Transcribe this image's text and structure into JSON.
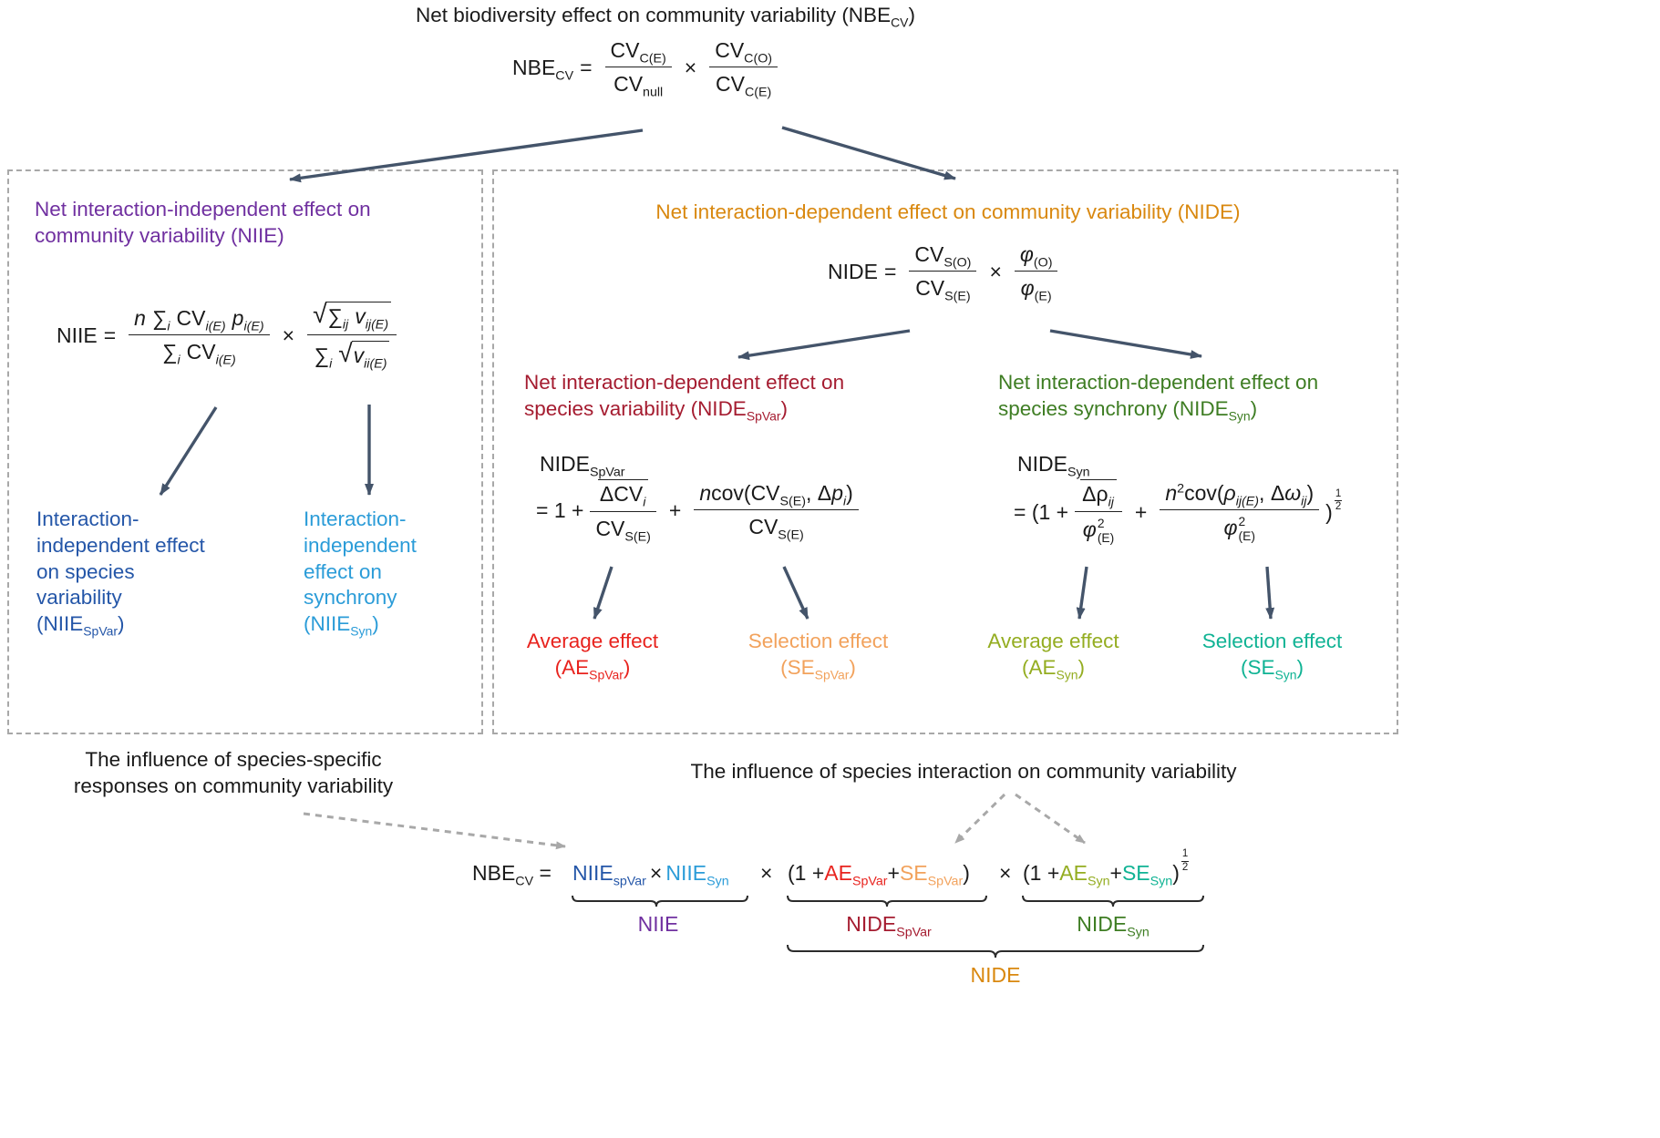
{
  "colors": {
    "arrow": "#44546a",
    "dashed_arrow": "#a8a8a8",
    "box_border": "#a8a8a8",
    "purple": "#7030a0",
    "dark_blue": "#2456a8",
    "light_blue": "#2b9cd8",
    "orange": "#d9880f",
    "dark_red": "#a51c30",
    "red": "#e8231e",
    "light_orange": "#f2a25c",
    "green": "#3e7d23",
    "olive": "#94ad21",
    "teal": "#10b394"
  },
  "top": {
    "title_pre": "Net biodiversity effect on community variability (NBE",
    "title_sub": "CV",
    "title_post": ")",
    "eq": {
      "lhs": "NBE",
      "lhs_sub": "CV",
      "equals": "=",
      "f1_num": "CV",
      "f1_num_sub": "C(E)",
      "f1_den": "CV",
      "f1_den_sub": "null",
      "times": "×",
      "f2_num": "CV",
      "f2_num_sub": "C(O)",
      "f2_den": "CV",
      "f2_den_sub": "C(E)"
    }
  },
  "niie": {
    "title_line1": "Net interaction-independent effect on",
    "title_line2": "community variability (NIIE)",
    "eq": {
      "lhs": "NIIE",
      "equals": "=",
      "n": "n",
      "sum1": "∑",
      "sum1_sub": "i",
      "cv1": "CV",
      "cv1_sub": "i(E)",
      "p": "p",
      "p_sub": "i(E)",
      "sum2": "∑",
      "sum2_sub": "i",
      "cv2": "CV",
      "cv2_sub": "i(E)",
      "times": "×",
      "rad1": "√",
      "sum3": "∑",
      "sum3_sub": "ij",
      "v1": "v",
      "v1_sub": "ij(E)",
      "sum4": "∑",
      "sum4_sub": "i",
      "rad2": "√",
      "v2": "v",
      "v2_sub": "ii(E)"
    },
    "spvar_label": {
      "line1": "Interaction-",
      "line2": "independent effect",
      "line3": "on species",
      "line4": "variability",
      "line5_pre": "(NIIE",
      "line5_sub": "SpVar",
      "line5_post": ")"
    },
    "syn_label": {
      "line1": "Interaction-",
      "line2": "independent",
      "line3": "effect on",
      "line4": "synchrony",
      "line5_pre": "(NIIE",
      "line5_sub": "Syn",
      "line5_post": ")"
    }
  },
  "nide": {
    "title": "Net interaction-dependent effect on community variability (NIDE)",
    "eq": {
      "lhs": "NIDE",
      "equals": "=",
      "f1_num": "CV",
      "f1_num_sub": "S(O)",
      "f1_den": "CV",
      "f1_den_sub": "S(E)",
      "times": "×",
      "f2_num": "φ",
      "f2_num_sub": "(O)",
      "f2_den": "φ",
      "f2_den_sub": "(E)"
    }
  },
  "nide_spvar": {
    "title_line1": "Net interaction-dependent effect on",
    "title_line2_pre": "species variability (NIDE",
    "title_line2_sub": "SpVar",
    "title_line2_post": ")",
    "eq": {
      "lhs": "NIDE",
      "lhs_sub": "SpVar",
      "pre": "= 1 +",
      "f1_num": "ΔCV",
      "f1_num_sub": "i",
      "f1_den": "CV",
      "f1_den_sub": "S(E)",
      "plus": "+",
      "f2_n": "n",
      "f2_cov": "cov(CV",
      "f2_cov_sub": "S(E)",
      "f2_comma": ", Δ",
      "f2_p": "p",
      "f2_p_sub": "i",
      "f2_close": ")",
      "f2_den": "CV",
      "f2_den_sub": "S(E)"
    },
    "avg_line1": "Average effect",
    "avg_pre": "(AE",
    "avg_sub": "SpVar",
    "avg_post": ")",
    "sel_line1": "Selection effect",
    "sel_pre": "(SE",
    "sel_sub": "SpVar",
    "sel_post": ")"
  },
  "nide_syn": {
    "title_line1": "Net interaction-dependent effect on",
    "title_line2_pre": "species synchrony (NIDE",
    "title_line2_sub": "Syn",
    "title_line2_post": ")",
    "eq": {
      "lhs": "NIDE",
      "lhs_sub": "Syn",
      "pre": "= (1 +",
      "f1_num": "Δρ",
      "f1_num_sub": "ij",
      "f1_den": "φ",
      "f1_den_sup": "2",
      "f1_den_sub": "(E)",
      "plus": "+",
      "f2_n": "n",
      "f2_n_sup": "2",
      "f2_cov": "cov(",
      "f2_rho": "ρ",
      "f2_rho_sub": "ij(E)",
      "f2_comma": ", Δ",
      "f2_omega": "ω",
      "f2_omega_sub": "ij",
      "f2_close": ")",
      "f2_den": "φ",
      "f2_den_sup": "2",
      "f2_den_sub": "(E)",
      "close": ")",
      "exp_num": "1",
      "exp_den": "2"
    },
    "avg_line1": "Average effect",
    "avg_pre": "(AE",
    "avg_sub": "Syn",
    "avg_post": ")",
    "sel_line1": "Selection effect",
    "sel_pre": "(SE",
    "sel_sub": "Syn",
    "sel_post": ")"
  },
  "bottom": {
    "left_note_line1": "The influence of species-specific",
    "left_note_line2": "responses on community variability",
    "right_note": "The influence of species interaction on community variability",
    "final_eq": {
      "lhs": "NBE",
      "lhs_sub": "CV",
      "equals": " = ",
      "niie1": "NIIE",
      "niie1_sub": "spVar",
      "times1": "×",
      "niie2": "NIIE",
      "niie2_sub": "Syn",
      "times2": "×",
      "open1": "(1 + ",
      "ae1": "AE",
      "ae1_sub": "SpVar",
      "plus1": " + ",
      "se1": "SE",
      "se1_sub": "SpVar",
      "close1": ")",
      "times3": "×",
      "open2": "(1 + ",
      "ae2": "AE",
      "ae2_sub": "Syn",
      "plus2": " + ",
      "se2": "SE",
      "se2_sub": "Syn",
      "close2": ")",
      "exp_num": "1",
      "exp_den": "2"
    },
    "brace_niie_label": "NIIE",
    "brace_spvar_pre": "NIDE",
    "brace_spvar_sub": "SpVar",
    "brace_syn_pre": "NIDE",
    "brace_syn_sub": "Syn",
    "brace_nide_label": "NIDE"
  }
}
